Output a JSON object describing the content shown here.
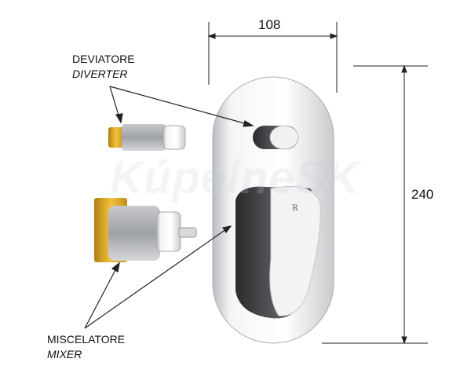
{
  "labels": {
    "diverter_it": "DEVIATORE",
    "diverter_en": "DIVERTER",
    "mixer_it": "MISCELATORE",
    "mixer_en": "MIXER"
  },
  "dimensions": {
    "width": "108",
    "height": "240"
  },
  "watermark": "KúpelneSK",
  "colors": {
    "chrome": "#d9dbde",
    "brass": "#e0a824",
    "line": "#222222"
  }
}
